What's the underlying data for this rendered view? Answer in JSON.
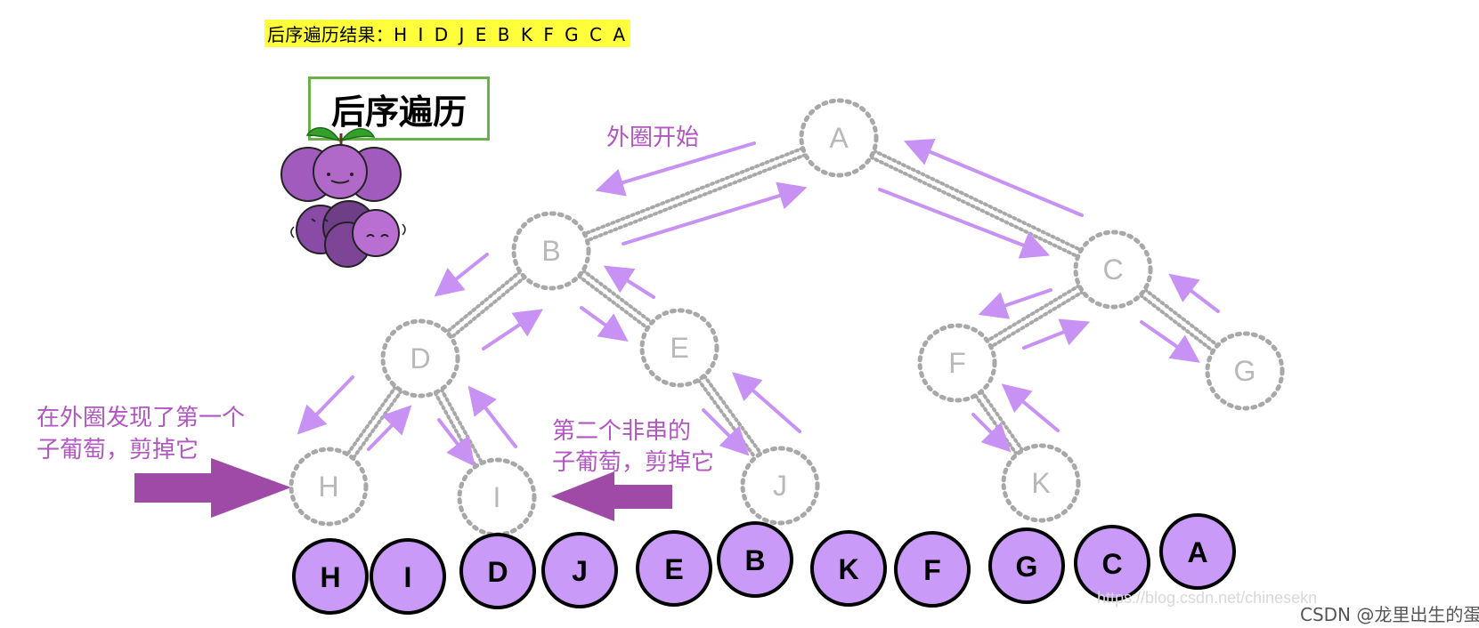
{
  "header": {
    "result_label": "后序遍历结果：",
    "result_sequence": "H I D J E B K F G C A"
  },
  "title": "后序遍历",
  "annotations": {
    "start": "外圈开始",
    "first_line1": "在外圈发现了第一个",
    "first_line2": "子葡萄，剪掉它",
    "second_line1": "第二个非串的",
    "second_line2": "子葡萄，剪掉它"
  },
  "tree_nodes": [
    "A",
    "B",
    "C",
    "D",
    "E",
    "F",
    "G",
    "H",
    "I",
    "J",
    "K"
  ],
  "tree_edges": [
    [
      "A",
      "B"
    ],
    [
      "A",
      "C"
    ],
    [
      "B",
      "D"
    ],
    [
      "B",
      "E"
    ],
    [
      "C",
      "F"
    ],
    [
      "C",
      "G"
    ],
    [
      "D",
      "H"
    ],
    [
      "D",
      "I"
    ],
    [
      "E",
      "J"
    ],
    [
      "F",
      "K"
    ]
  ],
  "output_sequence": [
    "H",
    "I",
    "D",
    "J",
    "E",
    "B",
    "K",
    "F",
    "G",
    "C",
    "A"
  ],
  "watermark": "https://blog.csdn.net/chinesekn",
  "credit": "CSDN @龙里出生的蛋",
  "colors": {
    "highlight": "#ffff3c",
    "title_border": "#6ab04c",
    "arrow": "#c792f4",
    "annotation_text": "#b057c0",
    "big_arrow": "#a04aa8",
    "node_fill": "#c99af7",
    "dotted_node": "#a8a8a8",
    "grape": "#a15bbd",
    "leaf": "#33a02c"
  }
}
